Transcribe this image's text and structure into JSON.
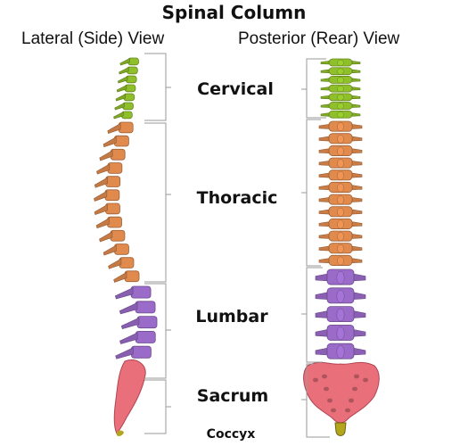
{
  "title": "Spinal Column",
  "views": {
    "lateral": "Lateral (Side) View",
    "posterior": "Posterior (Rear) View"
  },
  "regions": {
    "cervical": "Cervical",
    "thoracic": "Thoracic",
    "lumbar": "Lumbar",
    "sacrum": "Sacrum",
    "coccyx": "Coccyx"
  },
  "colors": {
    "cervical": "#8fbf2a",
    "thoracic": "#e08a4e",
    "lumbar": "#9a6bc8",
    "sacrum": "#e9707a",
    "coccyx": "#b3a51c",
    "bracket": "#9a9a9a"
  }
}
